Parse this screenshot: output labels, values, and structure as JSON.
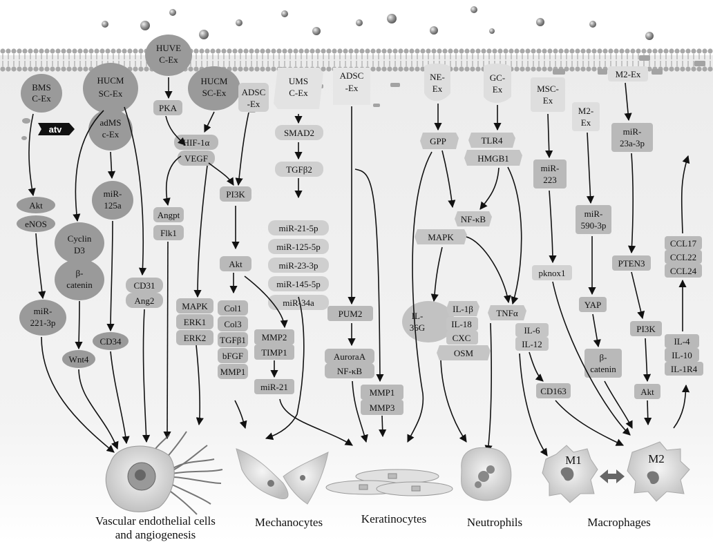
{
  "exosomes": {
    "bmsc": [
      "BMS",
      "C-Ex"
    ],
    "hucmsc1": [
      "HUCM",
      "SC-Ex"
    ],
    "huvec": [
      "HUVE",
      "C-Ex"
    ],
    "hucmsc2": [
      "HUCM",
      "SC-Ex"
    ],
    "admsc": [
      "adMS",
      "c-Ex"
    ],
    "adsc1": [
      "ADSC",
      "-Ex"
    ],
    "umsc": [
      "UMS",
      "C-Ex"
    ],
    "adsc2": [
      "ADSC",
      "-Ex"
    ],
    "ne": [
      "NE-",
      "Ex"
    ],
    "gc": [
      "GC-",
      "Ex"
    ],
    "msc": [
      "MSC-",
      "Ex"
    ],
    "m2a": [
      "M2-",
      "Ex"
    ],
    "m2b": "M2-Ex"
  },
  "molecules": {
    "atv": "atv",
    "akt": "Akt",
    "enos": "eNOS",
    "mir221": [
      "miR-",
      "221-3p"
    ],
    "cyclin": [
      "Cyclin",
      "D3"
    ],
    "catenin": [
      "β-",
      "catenin"
    ],
    "wnt4": "Wnt4",
    "mir125a": [
      "miR-",
      "125a"
    ],
    "cd34": "CD34",
    "cd31": "CD31",
    "ang2": "Ang2",
    "pka": "PKA",
    "hif": "HIF-1α",
    "vegf": "VEGF",
    "angpt": "Angpt",
    "flk1": "Flk1",
    "mapk1": "MAPK",
    "erk1": "ERK1",
    "erk2": "ERK2",
    "pi3k1": "PI3K",
    "akt2": "Akt",
    "col1": "Col1",
    "col3": "Col3",
    "tgfb1": "TGFβ1",
    "bfgf": "bFGF",
    "mmp1a": "MMP1",
    "mmp2": "MMP2",
    "timp1": "TIMP1",
    "mir21": "miR-21",
    "smad2": "SMAD2",
    "tgfb2": "TGFβ2",
    "mirs": [
      "miR-21-5p",
      "miR-125-5p",
      "miR-23-3p",
      "miR-145-5p",
      "miR-34a"
    ],
    "pum2": "PUM2",
    "aurora": "AuroraA",
    "nfkb1": "NF-κB",
    "mmp1b": "MMP1",
    "mmp3": "MMP3",
    "gpp": "GPP",
    "nfkb2": "NF-κB",
    "mapk2": "MAPK",
    "il1b": "IL-1β",
    "il36": [
      "IL-",
      "36G"
    ],
    "il18": "IL-18",
    "cxc": "CXC",
    "osm": "OSM",
    "tlr4": "TLR4",
    "hmgb1": "HMGB1",
    "tnfa": "TNFα",
    "il6": "IL-6",
    "il12": "IL-12",
    "cd163": "CD163",
    "mir223": [
      "miR-",
      "223"
    ],
    "pknox1": "pknox1",
    "mir590": [
      "miR-",
      "590-3p"
    ],
    "yap": "YAP",
    "catenin2": [
      "β-",
      "catenin"
    ],
    "mir23a": [
      "miR-",
      "23a-3p"
    ],
    "pten3": "PTEN3",
    "pi3k2": "PI3K",
    "akt3": "Akt",
    "il4": "IL-4",
    "il10": "IL-10",
    "il1r4": "IL-1R4",
    "ccl17": "CCL17",
    "ccl22": "CCL22",
    "ccl24": "CCL24"
  },
  "cells": {
    "endothelial": [
      "Vascular endothelial cells",
      "and angiogenesis"
    ],
    "mechanocytes": "Mechanocytes",
    "keratinocytes": "Keratinocytes",
    "neutrophils": "Neutrophils",
    "macrophages": "Macrophages",
    "m1": "M1",
    "m2": "M2"
  }
}
